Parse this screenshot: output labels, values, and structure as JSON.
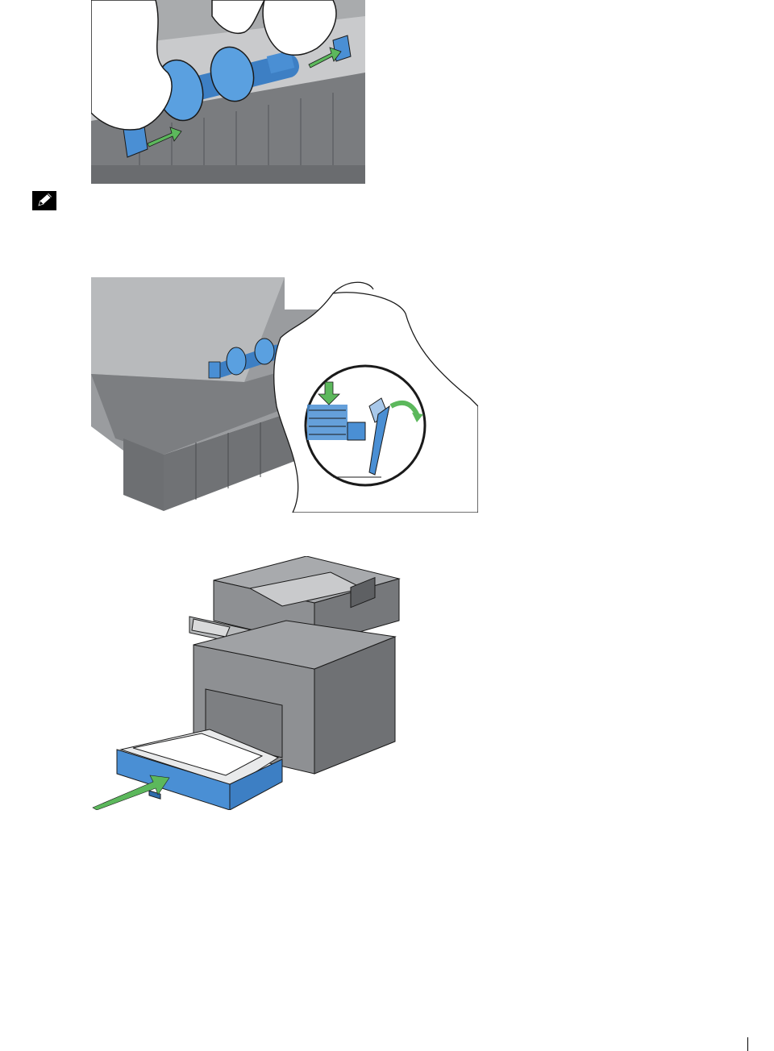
{
  "document": {
    "figures": [
      {
        "icon": "roller-install-figure"
      },
      {
        "icon": "roller-lock-detail-figure"
      },
      {
        "icon": "tray-insert-figure"
      }
    ],
    "note": {
      "icon": "note-pencil-icon"
    },
    "colors": {
      "part_blue": "#4a8fd4",
      "arrow_green": "#5cb85c",
      "printer_gray": "#8e9093",
      "outline": "#1a1a1a"
    }
  }
}
